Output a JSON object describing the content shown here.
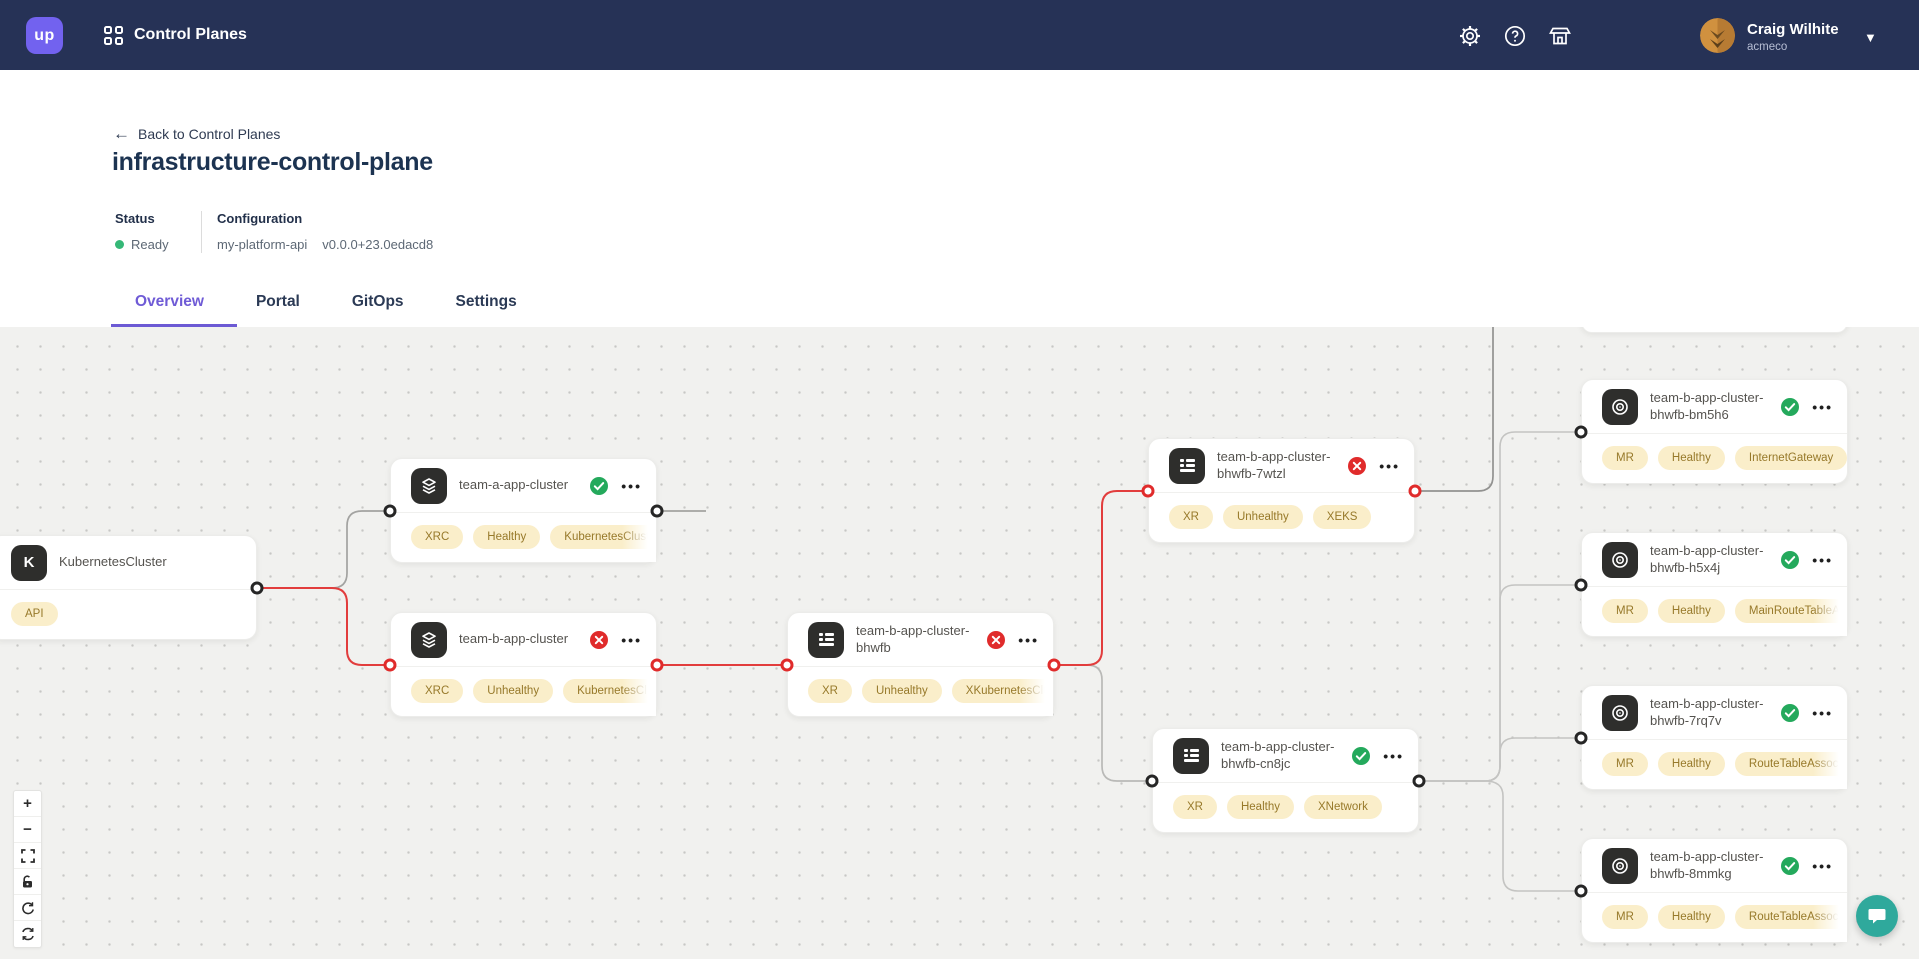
{
  "navbar": {
    "logo": "up",
    "title": "Control Planes",
    "user_name": "Craig Wilhite",
    "user_org": "acmeco"
  },
  "header": {
    "back_link": "Back to Control Planes",
    "title": "infrastructure-control-plane",
    "status_label": "Status",
    "status_value": "Ready",
    "config_label": "Configuration",
    "config_name": "my-platform-api",
    "config_version": "v0.0.0+23.0edacd8"
  },
  "tabs": [
    {
      "label": "Overview",
      "active": true
    },
    {
      "label": "Portal",
      "active": false
    },
    {
      "label": "GitOps",
      "active": false
    },
    {
      "label": "Settings",
      "active": false
    }
  ],
  "canvas": {
    "nodes": [
      {
        "id": "kubernetes-cluster",
        "title": "KubernetesCluster",
        "icon": "letter-k",
        "status": "",
        "badges": [
          "API"
        ]
      },
      {
        "id": "team-a-app-cluster",
        "title": "team-a-app-cluster",
        "icon": "layers",
        "status": "healthy",
        "badges": [
          "XRC",
          "Healthy",
          "KubernetesCluster"
        ]
      },
      {
        "id": "team-b-app-cluster",
        "title": "team-b-app-cluster",
        "icon": "layers",
        "status": "unhealthy",
        "badges": [
          "XRC",
          "Unhealthy",
          "KubernetesCluster"
        ]
      },
      {
        "id": "team-b-app-cluster-bhwfb",
        "title": "team-b-app-cluster-bhwfb",
        "icon": "composite",
        "status": "unhealthy",
        "badges": [
          "XR",
          "Unhealthy",
          "XKubernetesCluster"
        ]
      },
      {
        "id": "team-b-app-cluster-bhwfb-7wtzl",
        "title": "team-b-app-cluster-bhwfb-7wtzl",
        "icon": "composite",
        "status": "unhealthy",
        "badges": [
          "XR",
          "Unhealthy",
          "XEKS"
        ]
      },
      {
        "id": "team-b-app-cluster-bhwfb-cn8jc",
        "title": "team-b-app-cluster-bhwfb-cn8jc",
        "icon": "composite",
        "status": "healthy",
        "badges": [
          "XR",
          "Healthy",
          "XNetwork"
        ]
      },
      {
        "id": "team-b-app-cluster-bhwfb-bm5h6",
        "title": "team-b-app-cluster-bhwfb-bm5h6",
        "icon": "managed-resource",
        "status": "healthy",
        "badges": [
          "MR",
          "Healthy",
          "InternetGateway"
        ]
      },
      {
        "id": "team-b-app-cluster-bhwfb-h5x4j",
        "title": "team-b-app-cluster-bhwfb-h5x4j",
        "icon": "managed-resource",
        "status": "healthy",
        "badges": [
          "MR",
          "Healthy",
          "MainRouteTableAssociation"
        ]
      },
      {
        "id": "team-b-app-cluster-bhwfb-7rq7v",
        "title": "team-b-app-cluster-bhwfb-7rq7v",
        "icon": "managed-resource",
        "status": "healthy",
        "badges": [
          "MR",
          "Healthy",
          "RouteTableAssociation"
        ]
      },
      {
        "id": "team-b-app-cluster-bhwfb-8mmkg",
        "title": "team-b-app-cluster-bhwfb-8mmkg",
        "icon": "managed-resource",
        "status": "healthy",
        "badges": [
          "MR",
          "Healthy",
          "RouteTableAssociation"
        ]
      }
    ],
    "edges": [
      {
        "from": "kubernetes-cluster",
        "to": "team-a-app-cluster",
        "status": "neutral"
      },
      {
        "from": "kubernetes-cluster",
        "to": "team-b-app-cluster",
        "status": "error"
      },
      {
        "from": "team-b-app-cluster",
        "to": "team-b-app-cluster-bhwfb",
        "status": "error"
      },
      {
        "from": "team-b-app-cluster-bhwfb",
        "to": "team-b-app-cluster-bhwfb-7wtzl",
        "status": "error"
      },
      {
        "from": "team-b-app-cluster-bhwfb",
        "to": "team-b-app-cluster-bhwfb-cn8jc",
        "status": "neutral"
      },
      {
        "from": "team-b-app-cluster-bhwfb-7wtzl",
        "to": "offscreen-top-card",
        "status": "neutral"
      },
      {
        "from": "team-b-app-cluster-bhwfb-cn8jc",
        "to": "team-b-app-cluster-bhwfb-bm5h6",
        "status": "neutral"
      },
      {
        "from": "team-b-app-cluster-bhwfb-cn8jc",
        "to": "team-b-app-cluster-bhwfb-h5x4j",
        "status": "neutral"
      },
      {
        "from": "team-b-app-cluster-bhwfb-cn8jc",
        "to": "team-b-app-cluster-bhwfb-7rq7v",
        "status": "neutral"
      },
      {
        "from": "team-b-app-cluster-bhwfb-cn8jc",
        "to": "team-b-app-cluster-bhwfb-8mmkg",
        "status": "neutral"
      }
    ],
    "controls": [
      "zoom-in",
      "zoom-out",
      "fit-view",
      "lock",
      "rotate",
      "refresh"
    ]
  },
  "colors": {
    "navbar": "#263256",
    "accent_purple": "#6c5ad4",
    "logo_purple": "#7262ef",
    "healthy_green": "#24a95c",
    "unhealthy_red": "#e02b2b",
    "badge_bg": "#faeeca",
    "badge_text": "#97792a",
    "canvas_bg": "#f1f1ef",
    "chat_teal": "#2fa99c"
  }
}
